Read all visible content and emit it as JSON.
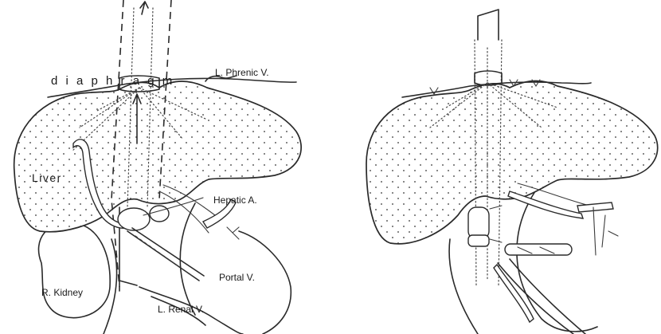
{
  "figure": {
    "left_panel": {
      "labels": {
        "diaphragm": "d i a p h r a g m",
        "phrenic": "L. Phrenic V.",
        "liver": "Liver",
        "hepatic": "Hepatic A.",
        "portal": "Portal V.",
        "kidney": "R. Kidney",
        "renal": "L. Renal V."
      }
    },
    "colors": {
      "ink": "#2a2a2a",
      "paper": "#ffffff"
    }
  }
}
